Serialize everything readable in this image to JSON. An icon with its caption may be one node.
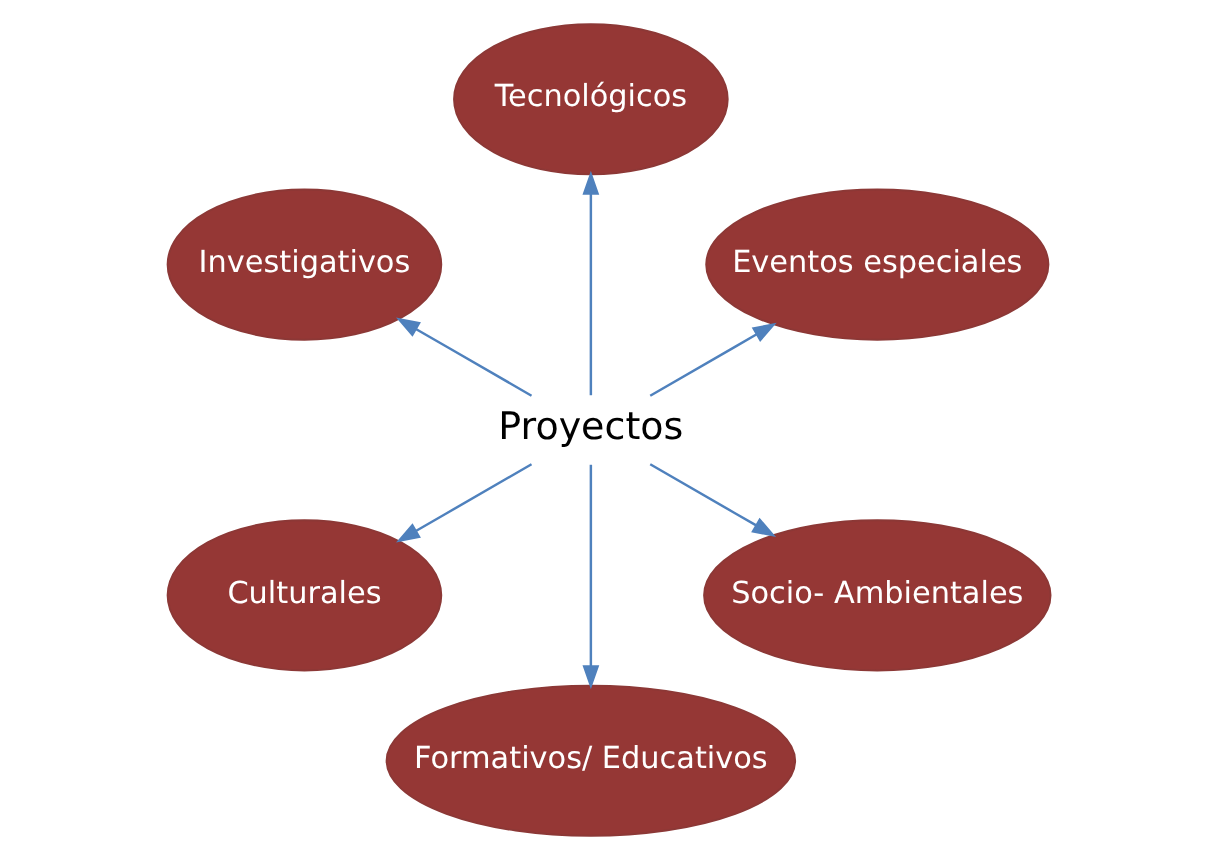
{
  "diagram": {
    "nodes": [
      {
        "text": [
          "Eventos especiales"
        ]
      },
      {
        "text": [
          "Tecnológicos"
        ]
      },
      {
        "text": [
          "Investigativos"
        ]
      },
      {
        "text": [
          "Proyectos"
        ]
      },
      {
        "text": [
          "Culturales"
        ]
      },
      {
        "text": [
          "Formativos/ Educativos"
        ]
      },
      {
        "text": [
          "Socio- Ambientales"
        ]
      }
    ],
    "edges": [
      {
        "from": 3,
        "to": 0,
        "arrow": "to"
      },
      {
        "from": 3,
        "to": 1,
        "arrow": "to"
      },
      {
        "from": 3,
        "to": 2,
        "arrow": "to"
      },
      {
        "from": 3,
        "to": 4,
        "arrow": "to"
      },
      {
        "from": 3,
        "to": 5,
        "arrow": "to"
      },
      {
        "from": 3,
        "to": 6,
        "arrow": "to"
      }
    ]
  }
}
